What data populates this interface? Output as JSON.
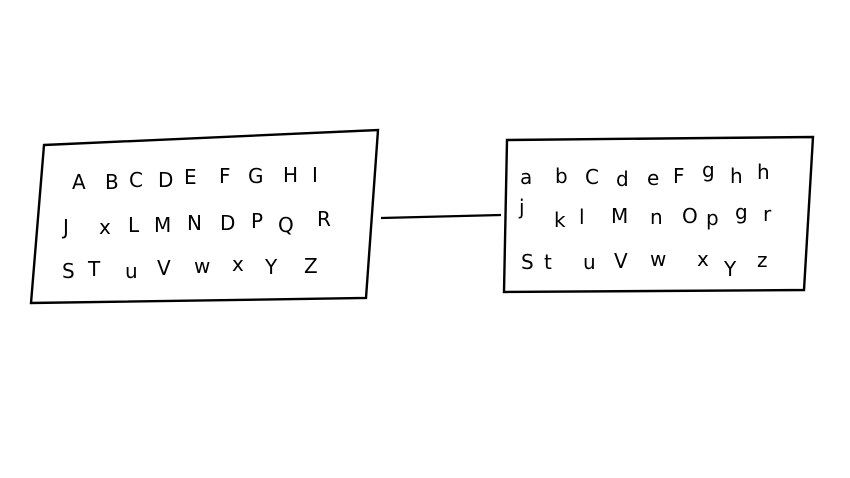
{
  "diagram": {
    "stroke_color": "#000000",
    "background": "#ffffff",
    "left_box": {
      "rows": [
        [
          "A",
          "B",
          "C",
          "D",
          "E",
          "F",
          "G",
          "H",
          "I"
        ],
        [
          "J",
          "x",
          "L",
          "M",
          "N",
          "D",
          "P",
          "Q",
          "R"
        ],
        [
          "S",
          "T",
          "u",
          "V",
          "w",
          "x",
          "Y",
          "Z"
        ]
      ]
    },
    "right_box": {
      "rows": [
        [
          "a",
          "b",
          "C",
          "d",
          "e",
          "F",
          "g",
          "h",
          "h"
        ],
        [
          "j",
          "k",
          "l",
          "M",
          "n",
          "O",
          "p",
          "g",
          "r"
        ],
        [
          "S",
          "t",
          "u",
          "V",
          "w",
          "x",
          "Y",
          "z"
        ]
      ]
    }
  }
}
